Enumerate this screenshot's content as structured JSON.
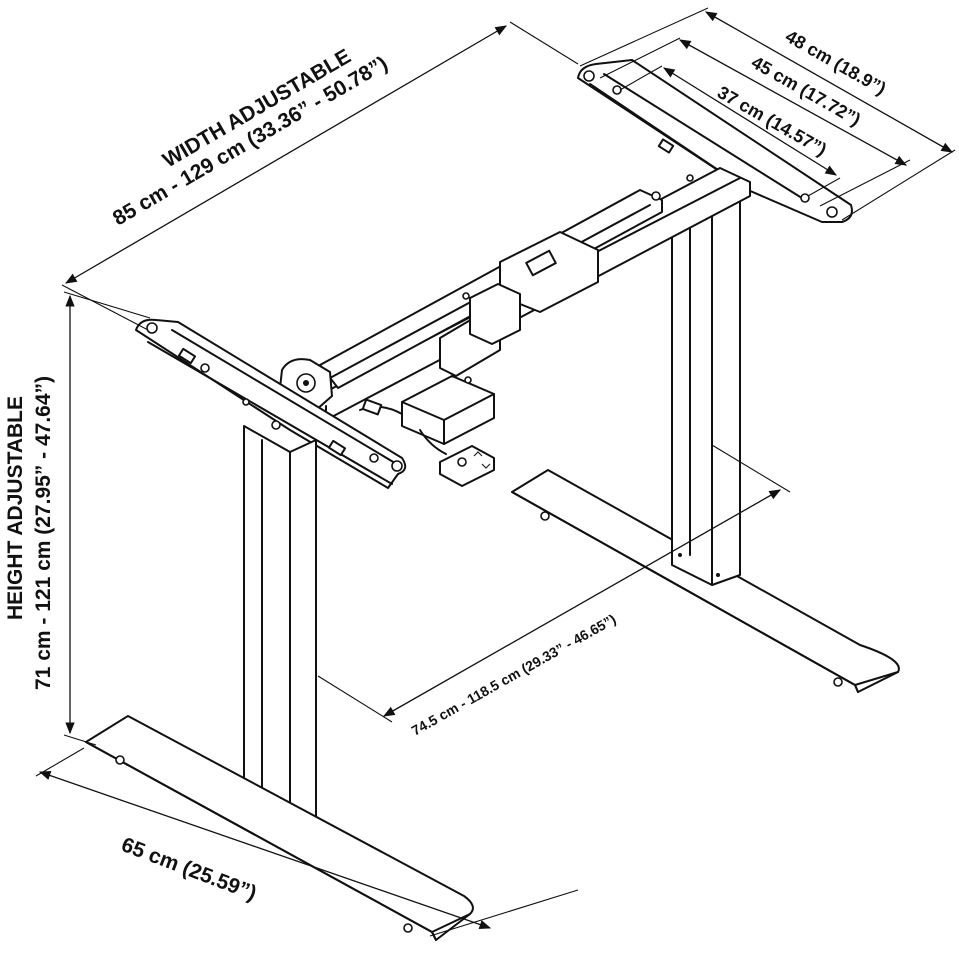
{
  "labels": {
    "width_title": "WIDTH ADJUSTABLE",
    "width_range": "85 cm - 129 cm (33.36” - 50.78”)",
    "height_title": "HEIGHT ADJUSTABLE",
    "height_range": "71 cm - 121 cm (27.95” - 47.64”)",
    "plate_48": "48 cm (18.9”)",
    "plate_45": "45 cm (17.72”)",
    "plate_37": "37 cm (14.57”)",
    "depth_range": "74.5 cm - 118.5 cm (29.33” - 46.65”)",
    "foot_length": "65 cm (25.59”)"
  },
  "icons": [
    "arrow-head-icon",
    "control-box-icon",
    "handset-icon",
    "motor-icon"
  ]
}
